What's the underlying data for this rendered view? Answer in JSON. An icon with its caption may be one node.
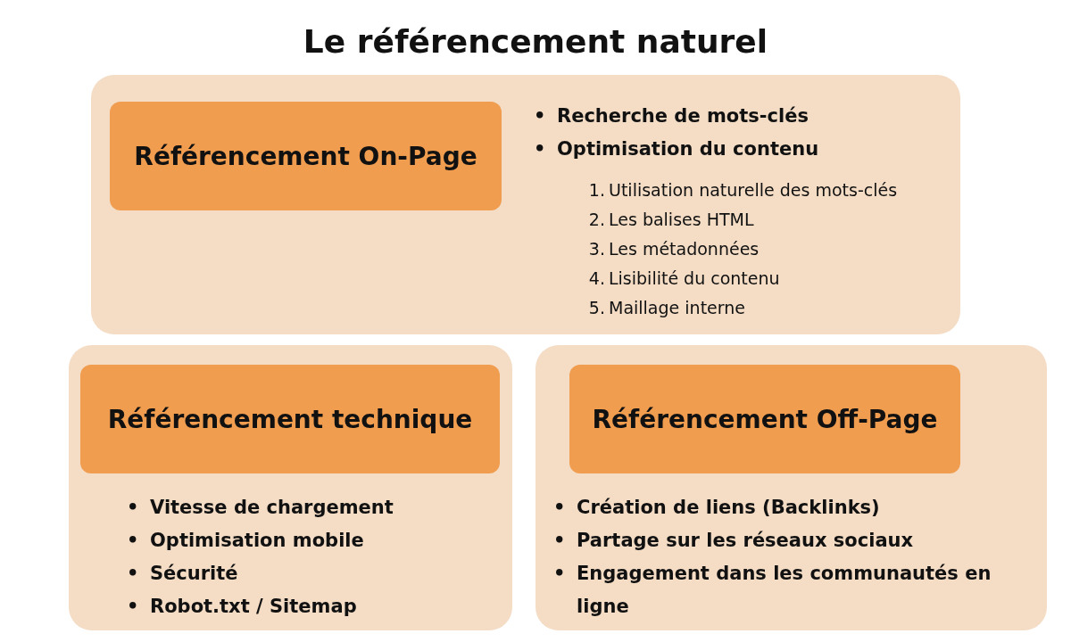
{
  "diagram": {
    "title": "Le référencement naturel",
    "nodes": [
      {
        "text": [
          "•",
          "Recherche de mots-clés",
          "•",
          "Optimisation du contenu",
          "1.",
          "Utilisation naturelle des mots-clés",
          "2.",
          "Les balises HTML",
          "3.",
          "Les métadonnées",
          "4.",
          "Lisibilité du contenu",
          "5.",
          "Maillage interne"
        ]
      },
      {
        "text": [
          "Référencement On-Page"
        ],
        "in": 0
      },
      {
        "text": [
          "•",
          "Vitesse de chargement",
          "•",
          "Optimisation mobile",
          "•",
          "Sécurité",
          "•",
          "Robot.txt / Sitemap"
        ]
      },
      {
        "text": [
          "Référencement technique"
        ],
        "in": 2
      },
      {
        "text": [
          "•",
          "Création de liens (Backlinks)",
          "•",
          "Partage sur les réseaux sociaux",
          "•",
          "Engagement dans les communautés en ligne"
        ]
      },
      {
        "text": [
          "Référencement Off-Page"
        ],
        "in": 4
      }
    ]
  }
}
